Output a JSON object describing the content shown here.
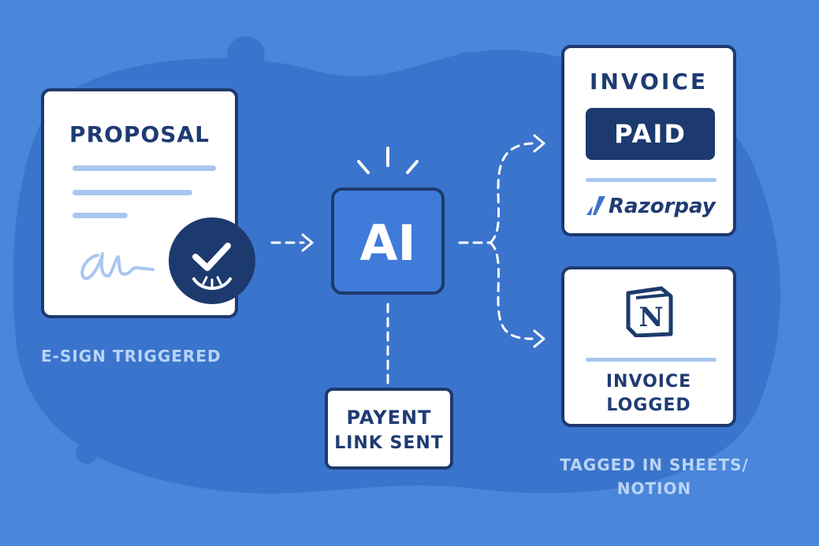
{
  "proposal": {
    "title": "PROPOSAL",
    "caption": "E-SIGN TRIGGERED"
  },
  "ai": {
    "label": "AI"
  },
  "payment": {
    "line1": "PAYENT",
    "line2": "LINK SENT"
  },
  "invoice_paid": {
    "title": "INVOICE",
    "badge": "PAID",
    "brand": "Razorpay"
  },
  "invoice_logged": {
    "line1": "INVOICE",
    "line2": "LOGGED",
    "icon_letter": "N"
  },
  "tagged": {
    "line1": "TAGGED IN SHEETS/",
    "line2": "NOTION"
  },
  "colors": {
    "background": "#4a86d9",
    "blob": "#3b74cc",
    "navy": "#1d3a6e",
    "ai_box": "#3f7bd8",
    "caption": "#b9d4f6",
    "light_line": "#a8c7ef"
  }
}
